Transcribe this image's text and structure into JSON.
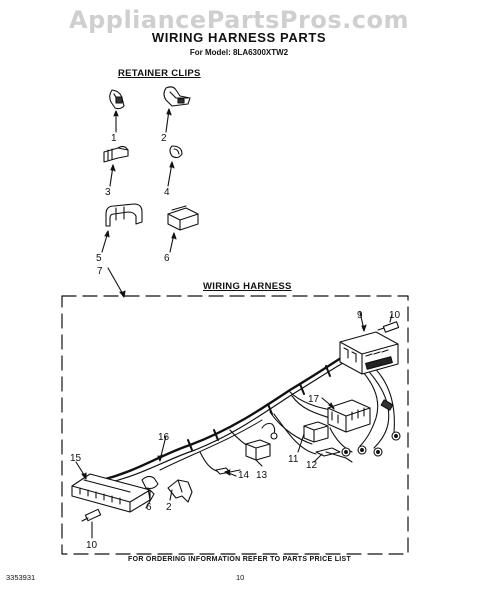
{
  "watermark": "AppliancePartsPros.com",
  "title": "WIRING HARNESS PARTS",
  "subtitle": "For Model: 8LA6300XTW2",
  "sections": {
    "retainer_clips": "RETAINER CLIPS",
    "wiring_harness": "WIRING HARNESS"
  },
  "callouts": {
    "c1": "1",
    "c2": "2",
    "c3": "3",
    "c4": "4",
    "c5": "5",
    "c6": "6",
    "c7": "7",
    "c9": "9",
    "c10": "10",
    "c11": "11",
    "c12": "12",
    "c13": "13",
    "c14": "14",
    "c15": "15",
    "c16": "16",
    "c17": "17",
    "h6": "6",
    "h2": "2",
    "h10": "10"
  },
  "footer": {
    "ordering": "FOR ORDERING INFORMATION REFER TO PARTS PRICE LIST",
    "doc_number": "3353931",
    "page_number": "10"
  }
}
